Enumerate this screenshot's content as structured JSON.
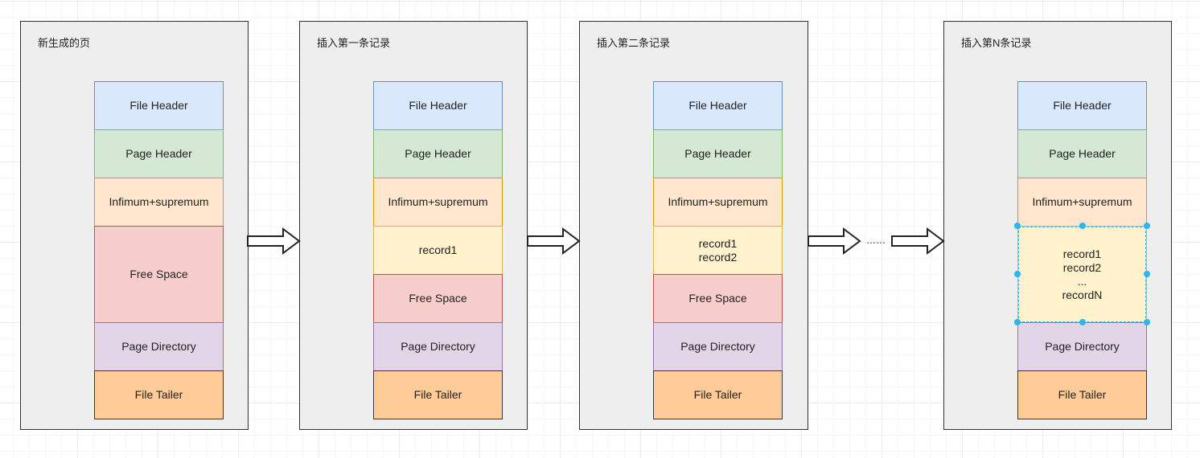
{
  "panels": [
    {
      "title": "新生成的页",
      "blocks": [
        {
          "label": "File Header",
          "kind": "file-header"
        },
        {
          "label": "Page Header",
          "kind": "page-header"
        },
        {
          "label": "Infimum+supremum",
          "kind": "infimum"
        },
        {
          "label": "Free Space",
          "kind": "free-space"
        },
        {
          "label": "Page Directory",
          "kind": "page-directory"
        },
        {
          "label": "File Tailer",
          "kind": "file-tailer"
        }
      ]
    },
    {
      "title": "插入第一条记录",
      "blocks": [
        {
          "label": "File Header",
          "kind": "file-header"
        },
        {
          "label": "Page Header",
          "kind": "page-header"
        },
        {
          "label": "Infimum+supremum",
          "kind": "infimum"
        },
        {
          "label": "record1",
          "kind": "records"
        },
        {
          "label": "Free Space",
          "kind": "free-space"
        },
        {
          "label": "Page Directory",
          "kind": "page-directory"
        },
        {
          "label": "File Tailer",
          "kind": "file-tailer"
        }
      ]
    },
    {
      "title": "插入第二条记录",
      "blocks": [
        {
          "label": "File Header",
          "kind": "file-header"
        },
        {
          "label": "Page Header",
          "kind": "page-header"
        },
        {
          "label": "Infimum+supremum",
          "kind": "infimum"
        },
        {
          "label": "record1\nrecord2",
          "kind": "records"
        },
        {
          "label": "Free Space",
          "kind": "free-space"
        },
        {
          "label": "Page Directory",
          "kind": "page-directory"
        },
        {
          "label": "File Tailer",
          "kind": "file-tailer"
        }
      ]
    },
    {
      "title": "插入第N条记录",
      "blocks": [
        {
          "label": "File Header",
          "kind": "file-header"
        },
        {
          "label": "Page Header",
          "kind": "page-header"
        },
        {
          "label": "Infimum+supremum",
          "kind": "infimum"
        },
        {
          "label": "record1\nrecord2\n...\nrecordN",
          "kind": "records",
          "selected": true
        },
        {
          "label": "Page Directory",
          "kind": "page-directory"
        },
        {
          "label": "File Tailer",
          "kind": "file-tailer"
        }
      ]
    }
  ],
  "ellipsis": "……",
  "colors": {
    "file-header": {
      "fill": "#dae8fc",
      "stroke": "#6c8ebf"
    },
    "page-header": {
      "fill": "#d5e8d4",
      "stroke": "#82b366"
    },
    "infimum": {
      "fill": "#ffe6cc",
      "stroke": "#d79b00"
    },
    "records": {
      "fill": "#fff2cc",
      "stroke": "#d6b656"
    },
    "free-space": {
      "fill": "#f8cecc",
      "stroke": "#b85450"
    },
    "page-directory": {
      "fill": "#e1d5e7",
      "stroke": "#9673a6"
    },
    "file-tailer": {
      "fill": "#ffcc99",
      "stroke": "#36393d"
    },
    "selection": "#29b6f2"
  }
}
